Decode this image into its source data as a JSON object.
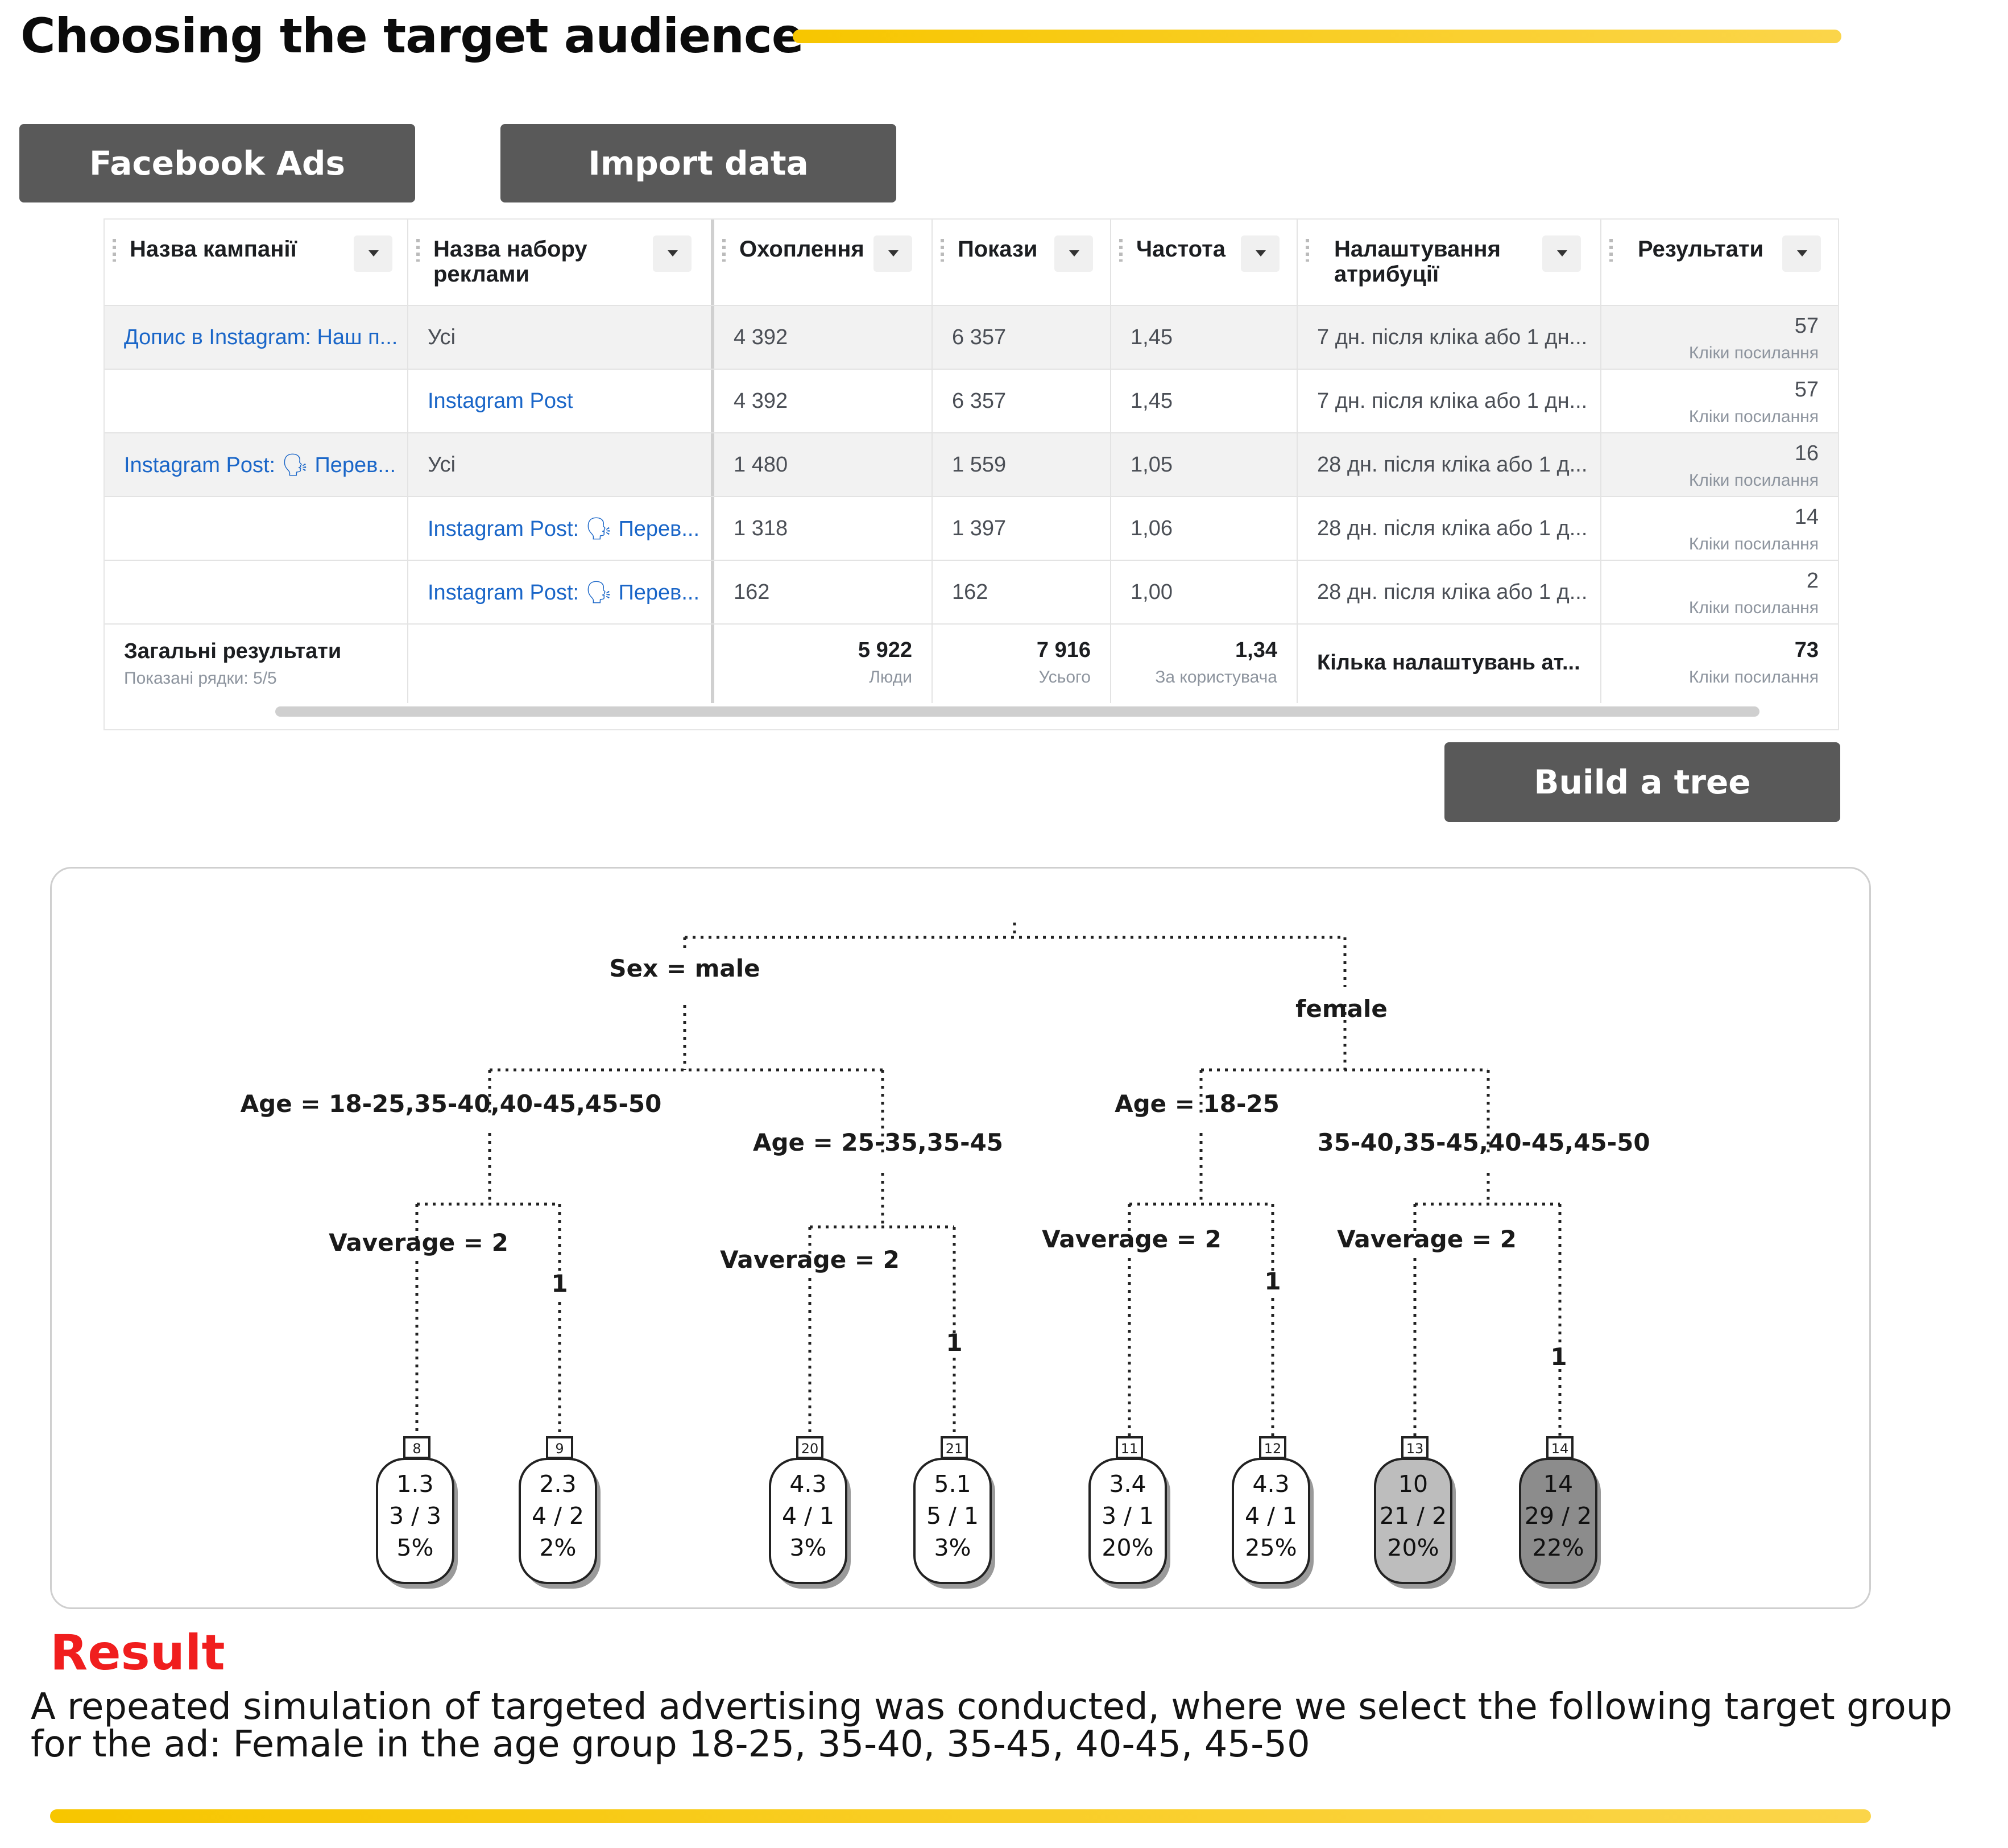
{
  "header": {
    "title": "Choosing the target audience",
    "facebook_ads_button": "Facebook Ads",
    "import_data_button": "Import data",
    "build_tree_button": "Build a tree"
  },
  "colors": {
    "accent": "#f7c600",
    "button_bg": "#595959",
    "result_red": "#f01e1e",
    "link_blue": "#1a66c8"
  },
  "ads_table": {
    "columns": [
      "Назва кампанії",
      "Назва набору\nреклами",
      "Охоплення",
      "Покази",
      "Частота",
      "Налаштування\nатрибуції",
      "Результати"
    ],
    "rows": [
      {
        "campaign": "Допис в Instagram: Наш п...",
        "adset": "Усі",
        "reach": "4 392",
        "impressions": "6 357",
        "frequency": "1,45",
        "attribution": "7 дн. після кліка або 1 дн...",
        "results": "57",
        "results_label": "Кліки посилання"
      },
      {
        "campaign": "",
        "adset": "Instagram Post",
        "reach": "4 392",
        "impressions": "6 357",
        "frequency": "1,45",
        "attribution": "7 дн. після кліка або 1 дн...",
        "results": "57",
        "results_label": "Кліки посилання"
      },
      {
        "campaign": "Instagram Post: 🗣 Перев...",
        "adset": "Усі",
        "reach": "1 480",
        "impressions": "1 559",
        "frequency": "1,05",
        "attribution": "28 дн. після кліка або 1 д...",
        "results": "16",
        "results_label": "Кліки посилання"
      },
      {
        "campaign": "",
        "adset": "Instagram Post: 🗣 Перев...",
        "reach": "1 318",
        "impressions": "1 397",
        "frequency": "1,06",
        "attribution": "28 дн. після кліка або 1 д...",
        "results": "14",
        "results_label": "Кліки посилання"
      },
      {
        "campaign": "",
        "adset": "Instagram Post: 🗣 Перев...",
        "reach": "162",
        "impressions": "162",
        "frequency": "1,00",
        "attribution": "28 дн. після кліка або 1 д...",
        "results": "2",
        "results_label": "Кліки посилання"
      }
    ],
    "totals": {
      "label": "Загальні результати",
      "sublabel": "Показані рядки: 5/5",
      "reach": "5 922",
      "reach_label": "Люди",
      "impressions": "7 916",
      "impressions_label": "Усього",
      "frequency": "1,34",
      "frequency_label": "За користувача",
      "attribution": "Кілька налаштувань ат...",
      "results": "73",
      "results_label": "Кліки посилання"
    }
  },
  "tree": {
    "root_split_left": "Sex = male",
    "root_split_right": "female",
    "male_left": "Age = 18-25,35-40,40-45,45-50",
    "male_right": "Age = 25-35,35-45",
    "female_left": "Age = 18-25",
    "female_right": "35-40,35-45,40-45,45-50",
    "vaverage_1": "Vaverage = 2",
    "vaverage_2": "Vaverage = 2",
    "vaverage_3": "Vaverage = 2",
    "vaverage_4": "Vaverage = 2",
    "one_label": "1",
    "leaves": [
      {
        "id": "8",
        "value": "1.3",
        "counts": "3 / 3",
        "pct": "5%",
        "fill": "#ffffff"
      },
      {
        "id": "9",
        "value": "2.3",
        "counts": "4 / 2",
        "pct": "2%",
        "fill": "#ffffff"
      },
      {
        "id": "20",
        "value": "4.3",
        "counts": "4 / 1",
        "pct": "3%",
        "fill": "#ffffff"
      },
      {
        "id": "21",
        "value": "5.1",
        "counts": "5 / 1",
        "pct": "3%",
        "fill": "#ffffff"
      },
      {
        "id": "11",
        "value": "3.4",
        "counts": "3 / 1",
        "pct": "20%",
        "fill": "#ffffff"
      },
      {
        "id": "12",
        "value": "4.3",
        "counts": "4 / 1",
        "pct": "25%",
        "fill": "#ffffff"
      },
      {
        "id": "13",
        "value": "10",
        "counts": "21 / 2",
        "pct": "20%",
        "fill": "#bdbdbd"
      },
      {
        "id": "14",
        "value": "14",
        "counts": "29 / 2",
        "pct": "22%",
        "fill": "#8c8c8c"
      }
    ]
  },
  "result": {
    "title": "Result",
    "text": "A repeated simulation of targeted advertising was conducted, where we select the following target group for the ad: Female in the age group 18-25, 35-40, 35-45, 40-45, 45-50"
  }
}
